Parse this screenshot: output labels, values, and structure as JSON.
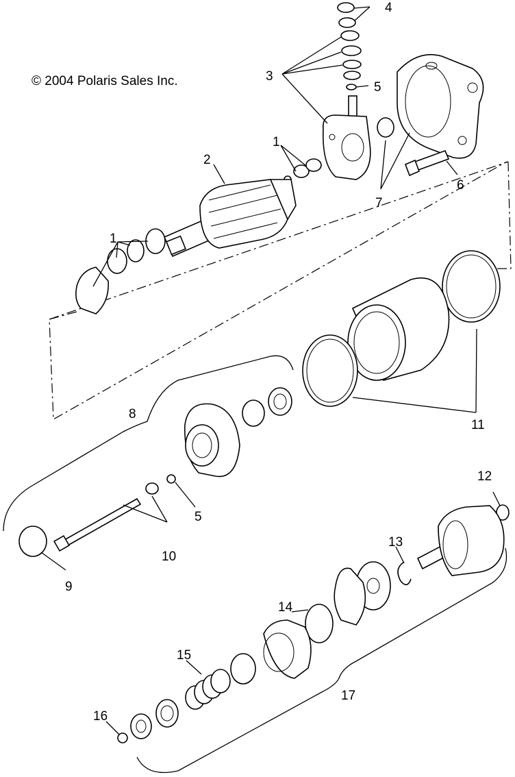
{
  "copyright": "© 2004 Polaris Sales Inc.",
  "callouts": {
    "c1a": "1",
    "c1b": "1",
    "c2": "2",
    "c3": "3",
    "c4": "4",
    "c5a": "5",
    "c5b": "5",
    "c6": "6",
    "c7": "7",
    "c8": "8",
    "c9": "9",
    "c10": "10",
    "c11": "11",
    "c12": "12",
    "c13": "13",
    "c14": "14",
    "c15": "15",
    "c16": "16",
    "c17": "17"
  }
}
